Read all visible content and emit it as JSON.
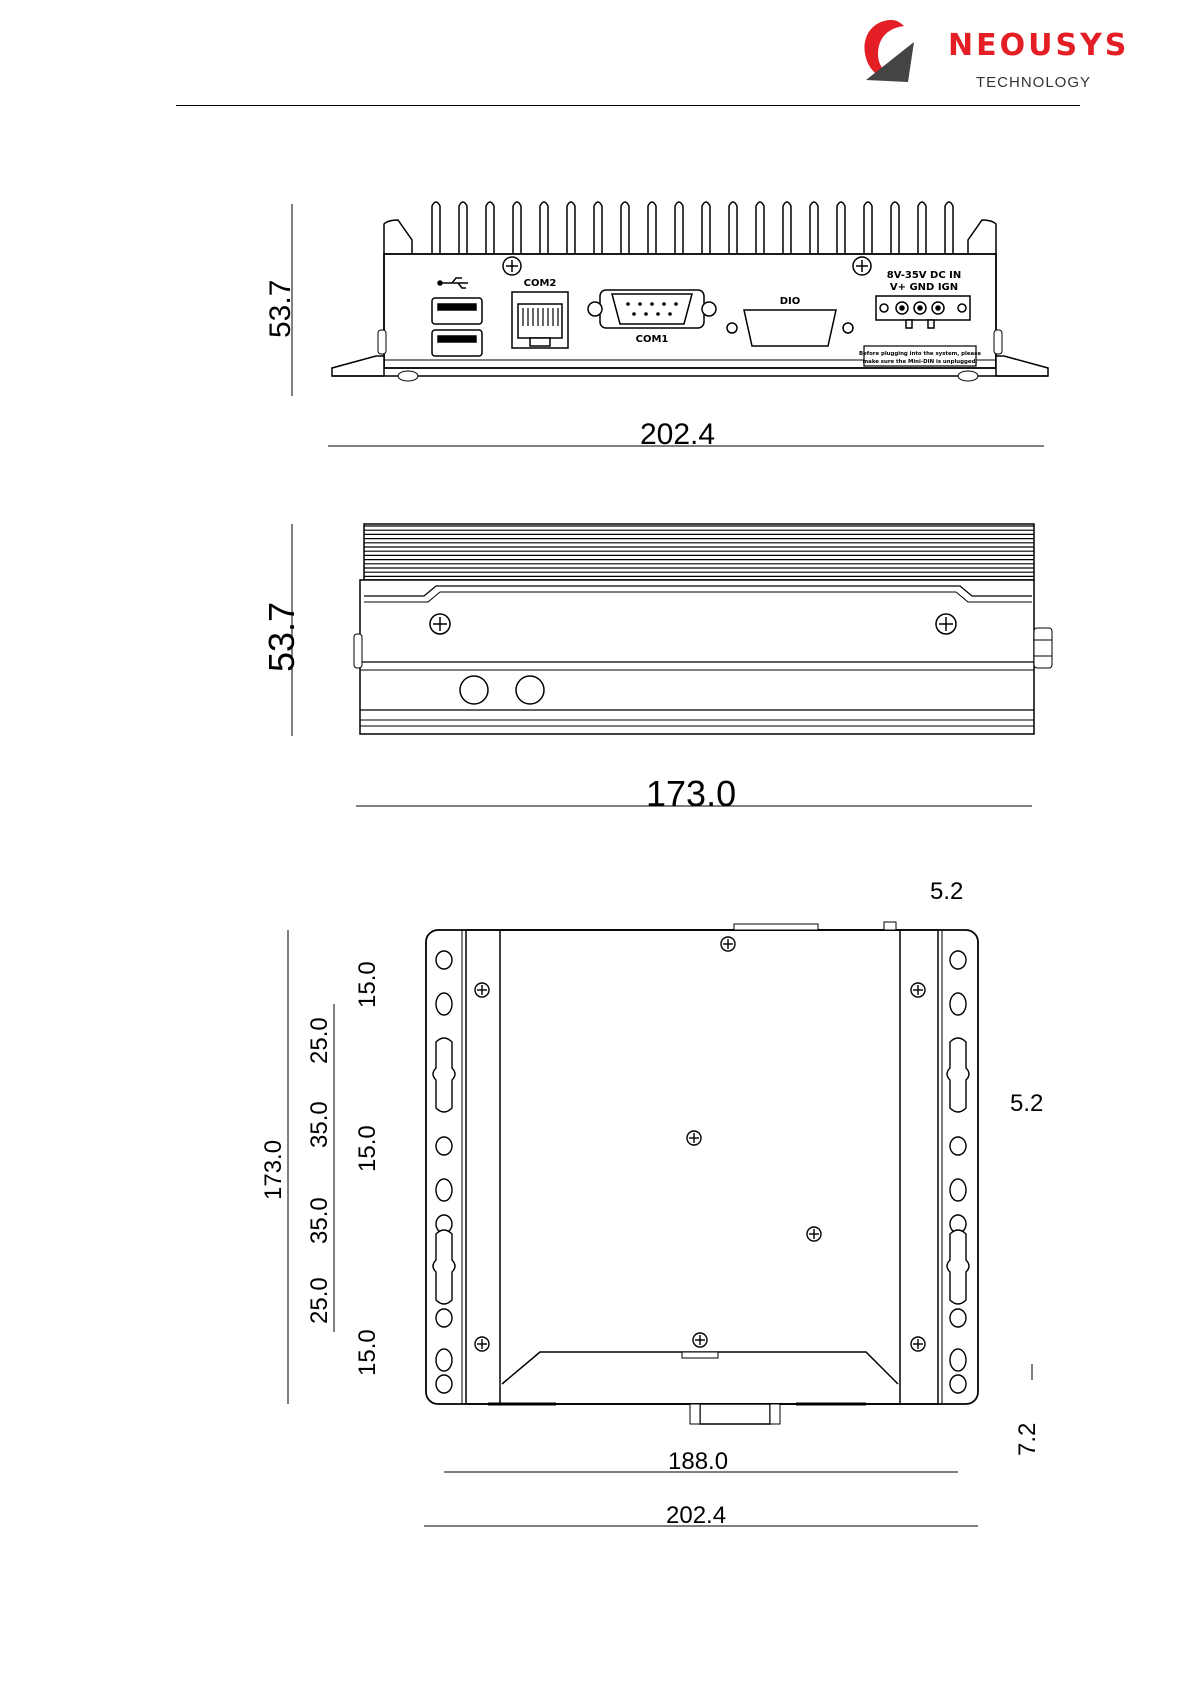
{
  "header": {
    "brand_name": "NEOUSYS",
    "brand_sub": "TECHNOLOGY",
    "brand_color": "#e31e24"
  },
  "front_view": {
    "height_dim": "53.7",
    "width_dim": "202.4",
    "ports": {
      "com2": "COM2",
      "com1": "COM1",
      "dio": "DIO",
      "dc_in": "8V-35V DC IN",
      "dc_pins": "V+  GND  IGN",
      "warning_line1": "Before plugging into the system, please",
      "warning_line2": "make sure the Mini-DIN is unplugged."
    }
  },
  "side_view": {
    "height_dim": "53.7",
    "width_dim": "173.0"
  },
  "bottom_view": {
    "total_depth_dim": "173.0",
    "left_dims_outer": [
      "25.0",
      "35.0",
      "35.0",
      "25.0"
    ],
    "left_dims_inner": [
      "15.0",
      "15.0",
      "15.0"
    ],
    "top_right_dim": "5.2",
    "right_dim": "5.2",
    "bottom_right_dim": "7.2",
    "inner_width_dim": "188.0",
    "outer_width_dim": "202.4"
  }
}
